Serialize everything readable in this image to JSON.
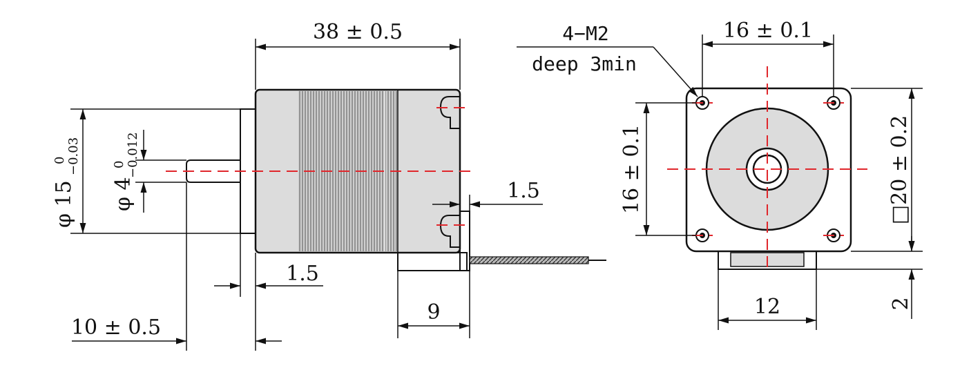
{
  "colors": {
    "centerline": "#e0262b",
    "body": "#dcdcdc",
    "line": "#111111"
  },
  "side_view": {
    "length_dim": "38 ± 0.5",
    "body_dia_base": "φ 15",
    "body_dia_upper": "0",
    "body_dia_lower": "−0.03",
    "shaft_dia_base": "φ 4",
    "shaft_dia_upper": "0",
    "shaft_dia_lower": "−0.012",
    "boss_dim": "1.5",
    "rear_gap_dim": "1.5",
    "connector_dim": "9",
    "shaft_len_dim": "10 ± 0.5"
  },
  "front_view": {
    "hole_note_line1": "4−M2",
    "hole_note_line2": "deep 3min",
    "hole_pitch_h": "16 ± 0.1",
    "hole_pitch_v": "16 ± 0.1",
    "flange_size": "□20 ± 0.2",
    "connector_width": "12",
    "connector_height": "2"
  }
}
